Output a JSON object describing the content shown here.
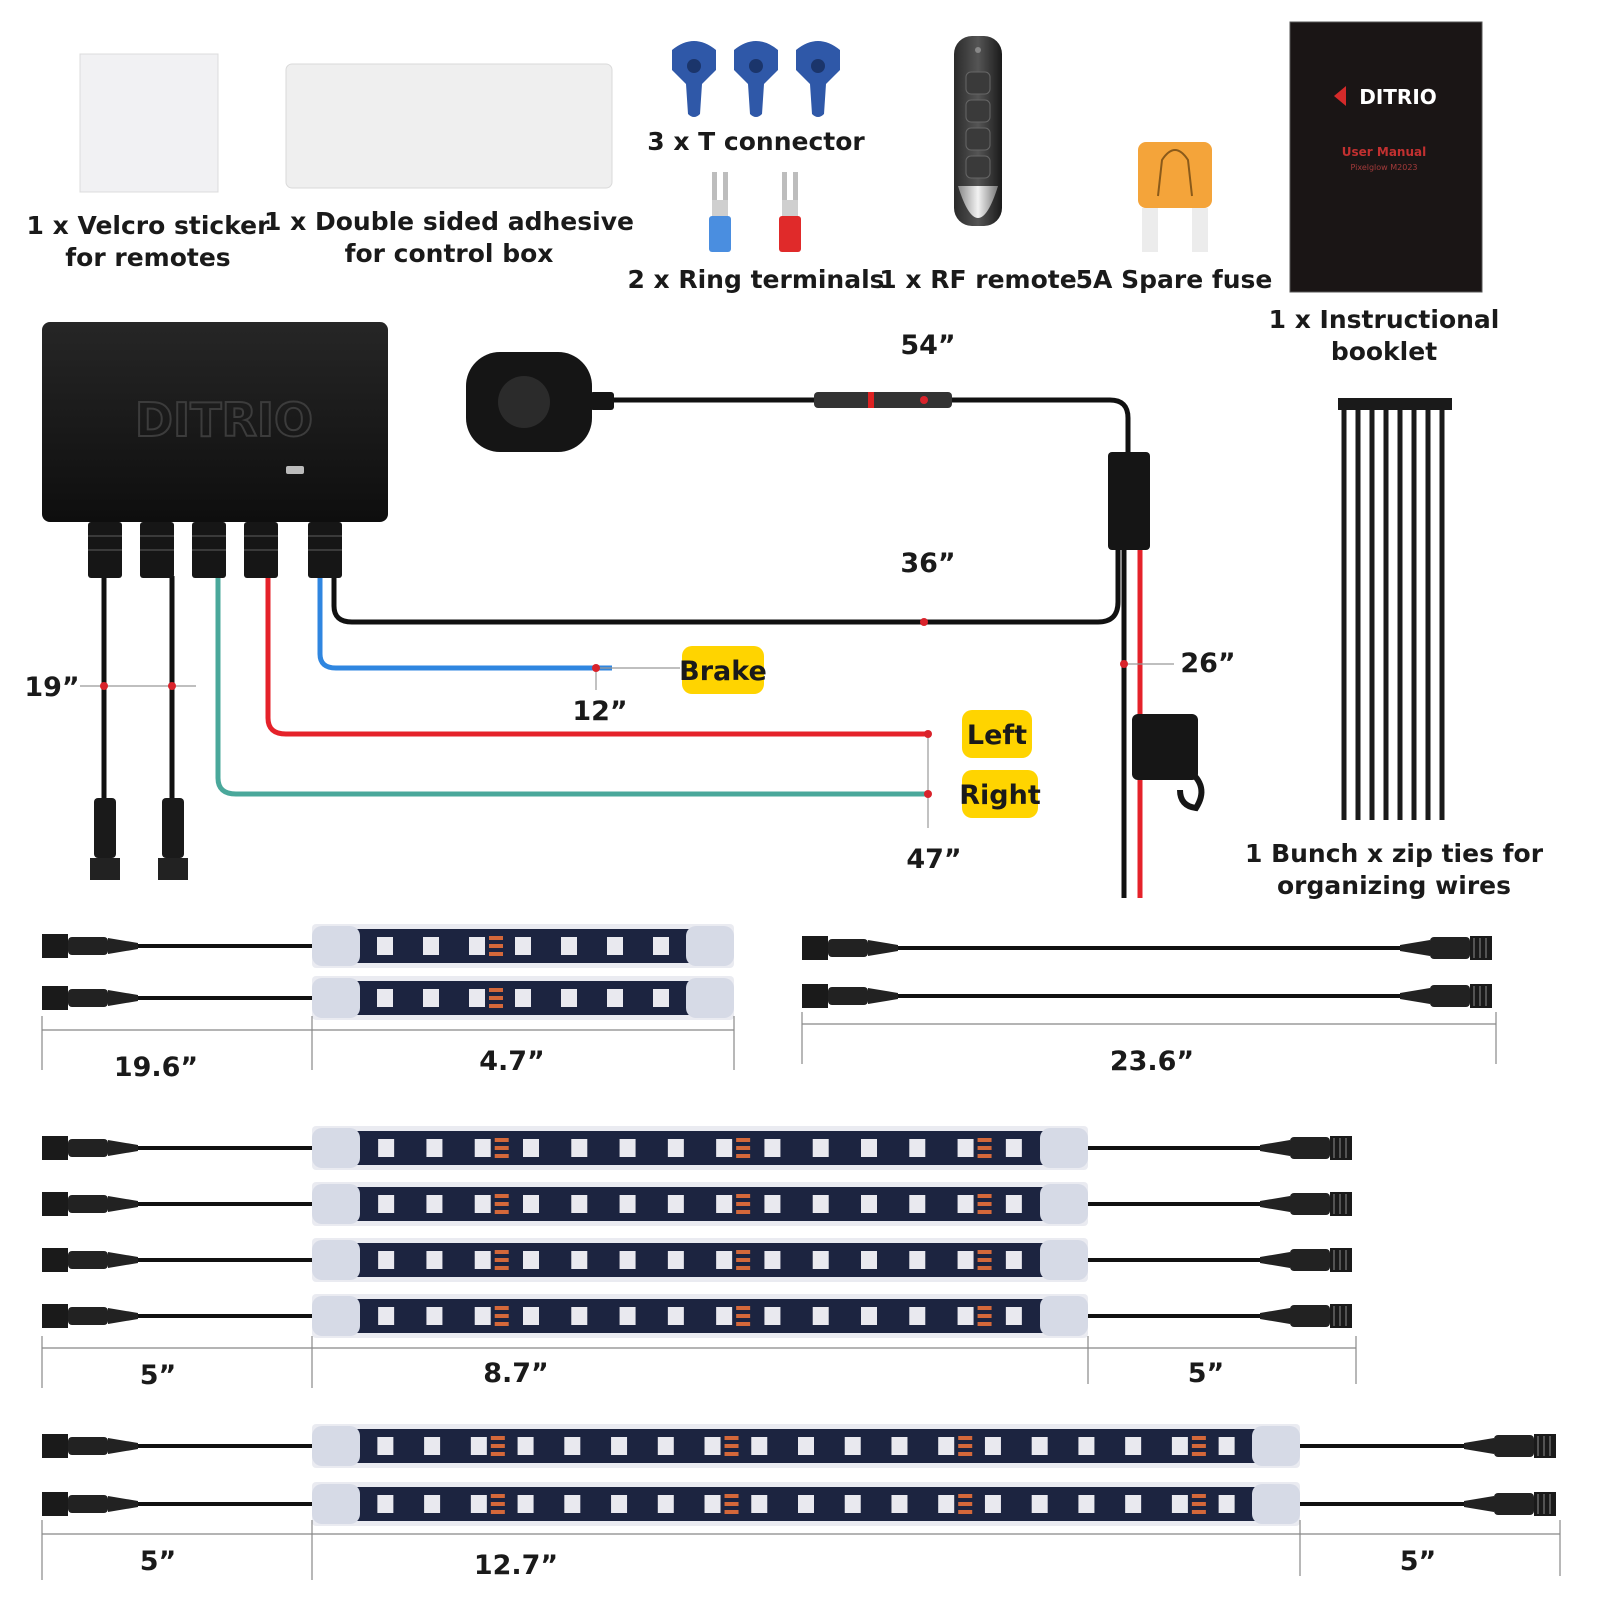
{
  "captions": {
    "velcro": [
      "1 x Velcro sticker",
      "for remotes"
    ],
    "adhesive": [
      "1 x Double sided adhesive",
      "for control box"
    ],
    "t_connector": "3 x T connector",
    "ring_terminals": "2 x Ring terminals",
    "rf_remote": "1 x RF remote",
    "fuse": "5A Spare fuse",
    "booklet": [
      "1 x Instructional",
      "booklet"
    ],
    "zip_ties": [
      "1 Bunch x zip ties for",
      "organizing wires"
    ]
  },
  "booklet": {
    "brand": "DITRIO",
    "title": "User Manual",
    "subtitle": "Pixelglow M2023"
  },
  "control_box": {
    "brand": "DITRIO"
  },
  "wire_tags": {
    "brake": "Brake",
    "left": "Left",
    "right": "Right"
  },
  "dimensions": {
    "switch_cable": "54”",
    "main_wire": "36”",
    "power_wire": "26”",
    "brake_wire": "12”",
    "turn_wires": "47”",
    "leads": "19”",
    "short_lead": "19.6”",
    "short_strip": "4.7”",
    "extension": "23.6”",
    "mid_lead_in": "5”",
    "mid_strip": "8.7”",
    "mid_lead_out": "5”",
    "long_lead_in": "5”",
    "long_strip": "12.7”",
    "long_lead_out": "5”"
  },
  "colors": {
    "brake_wire": "#2f86e0",
    "left_wire": "#e5222a",
    "right_wire": "#4aa89b",
    "tag_bg": "#ffd400",
    "strip_pcb": "#1c2440",
    "wire": "#111111"
  }
}
